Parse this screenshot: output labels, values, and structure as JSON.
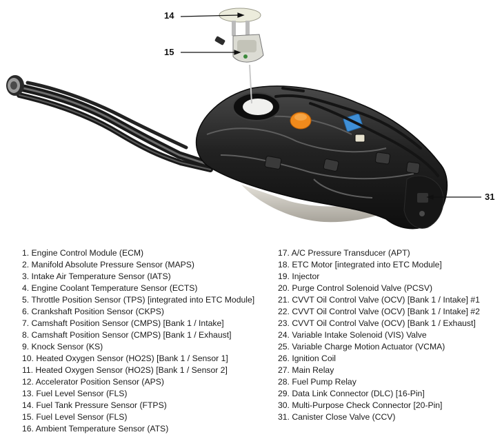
{
  "callouts": [
    {
      "id": "14",
      "label": "14"
    },
    {
      "id": "15",
      "label": "15"
    },
    {
      "id": "31",
      "label": "31"
    }
  ],
  "legend_left": [
    "1. Engine Control Module (ECM)",
    "2. Manifold Absolute Pressure Sensor (MAPS)",
    "3. Intake Air Temperature Sensor (IATS)",
    "4. Engine Coolant Temperature Sensor (ECTS)",
    "5. Throttle Position Sensor (TPS) [integrated into ETC Module]",
    "6. Crankshaft Position Sensor (CKPS)",
    "7. Camshaft Position Sensor (CMPS) [Bank 1 / Intake]",
    "8. Camshaft Position Sensor (CMPS) [Bank 1 / Exhaust]",
    "9. Knock Sensor (KS)",
    "10. Heated Oxygen Sensor (HO2S) [Bank 1 / Sensor 1]",
    "11. Heated Oxygen Sensor (HO2S) [Bank 1 / Sensor 2]",
    "12. Accelerator Position Sensor (APS)",
    "13. Fuel Level Sensor (FLS)",
    "14. Fuel Tank Pressure Sensor (FTPS)",
    "15. Fuel Level Sensor (FLS)",
    "16. Ambient Temperature Sensor (ATS)"
  ],
  "legend_right": [
    "17. A/C Pressure Transducer (APT)",
    "18. ETC Motor [integrated into ETC Module]",
    "19. Injector",
    "20. Purge Control Solenoid Valve (PCSV)",
    "21. CVVT Oil Control Valve (OCV) [Bank 1 / Intake] #1",
    "22. CVVT Oil Control Valve (OCV) [Bank 1 / Intake] #2",
    "23. CVVT Oil Control Valve (OCV) [Bank 1 / Exhaust]",
    "24. Variable Intake Solenoid (VIS) Valve",
    "25. Variable Charge Motion Actuator (VCMA)",
    "26. Ignition Coil",
    "27. Main Relay",
    "28. Fuel Pump Relay",
    "29. Data Link Connector (DLC) [16-Pin]",
    "30. Multi-Purpose Check Connector [20-Pin]",
    "31. Canister Close Valve (CCV)"
  ],
  "colors": {
    "tank_body": "#1c1c1c",
    "tank_highlight": "#5a5a5a",
    "filler_cap": "#f08a1c",
    "connector": "#3f8fd6",
    "shield": "#c8c4bb",
    "pump_flange": "#ececdc",
    "leader_line": "#111111"
  }
}
